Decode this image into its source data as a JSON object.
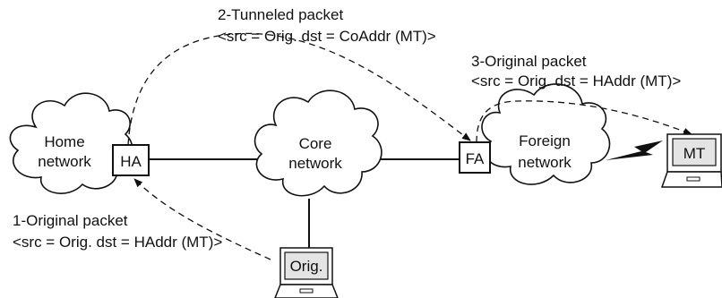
{
  "clouds": {
    "home": {
      "line1": "Home",
      "line2": "network"
    },
    "core": {
      "line1": "Core",
      "line2": "network"
    },
    "foreign": {
      "line1": "Foreign",
      "line2": "network"
    }
  },
  "agents": {
    "ha": "HA",
    "fa": "FA"
  },
  "hosts": {
    "mt": "MT",
    "orig": "Orig."
  },
  "packets": {
    "p1": {
      "title": "1-Original packet",
      "detail": "<src = Orig. dst = HAddr (MT)>"
    },
    "p2": {
      "title": "2-Tunneled packet",
      "detail": "<src = Orig. dst = CoAddr (MT)>"
    },
    "p3": {
      "title": "3-Original packet",
      "detail": "<src = Orig. dst = HAddr (MT)>"
    }
  }
}
